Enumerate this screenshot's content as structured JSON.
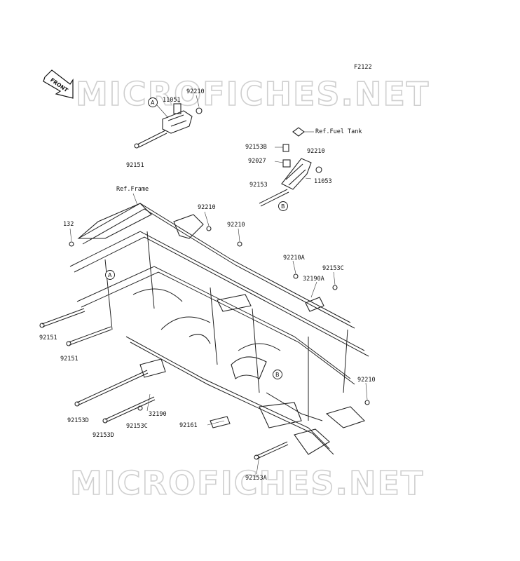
{
  "diagram": {
    "code": "F2122",
    "front_label": "FRONT",
    "watermark_top": "MICROFICHES.NET",
    "watermark_bottom": "MICROFICHES.NET",
    "refs": {
      "frame": "Ref.Frame",
      "fuel_tank": "Ref.Fuel Tank"
    },
    "circle_markers": {
      "a_top": "A",
      "a_frame": "A",
      "b_top": "B",
      "b_frame": "B"
    },
    "part_labels": {
      "p11051": "11051",
      "p92210_top": "92210",
      "p92151_top": "92151",
      "p92153B": "92153B",
      "p92210_tank": "92210",
      "p92027": "92027",
      "p92153_tank": "92153",
      "p11053": "11053",
      "p132": "132",
      "p92210_a": "92210",
      "p92210_b": "92210",
      "p92210A": "92210A",
      "p92153C_r": "92153C",
      "p32190A": "32190A",
      "p92151_l1": "92151",
      "p92151_l2": "92151",
      "p92210_r": "92210",
      "p92153D_1": "92153D",
      "p92153D_2": "92153D",
      "p92153C_b": "92153C",
      "p32190": "32190",
      "p92161": "92161",
      "p92153A": "92153A"
    }
  }
}
